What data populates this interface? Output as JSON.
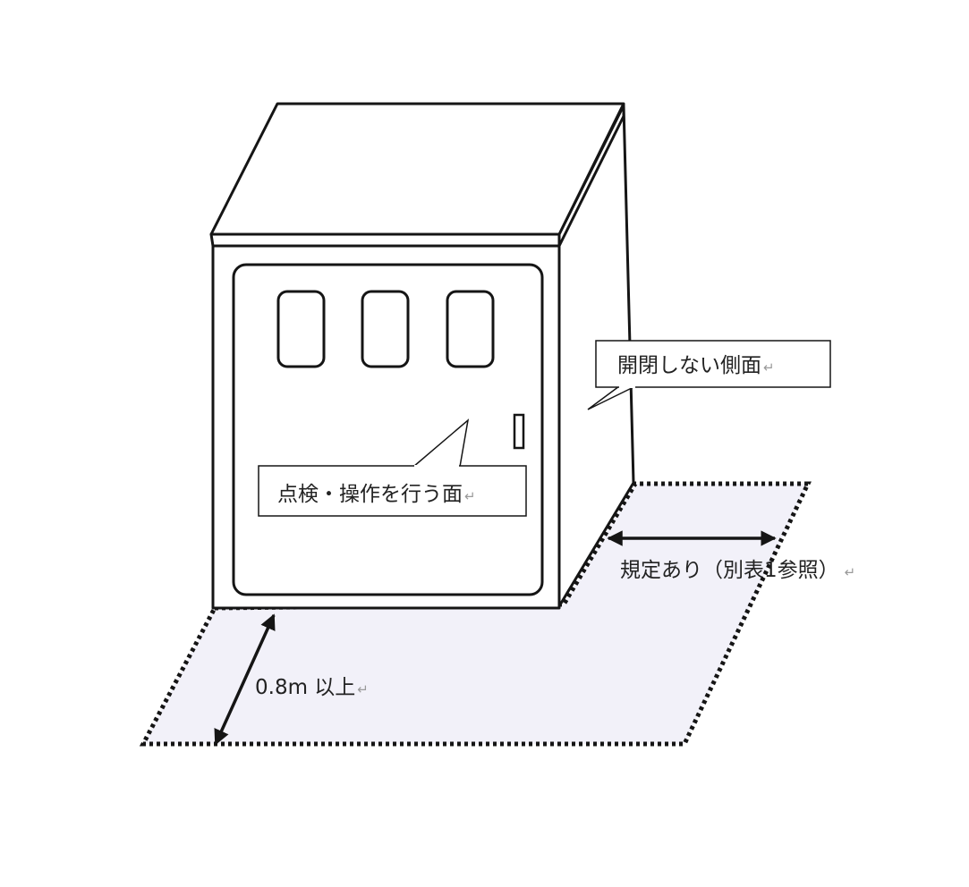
{
  "labels": {
    "side_face": "開閉しない側面",
    "front_face": "点検・操作を行う面",
    "side_clearance": "規定あり（別表1参照）",
    "front_clearance": "0.8m 以上",
    "return_mark": "↵"
  },
  "colors": {
    "line": "#151515",
    "zone_fill": "#f2f1f9",
    "return_mark": "#9a9a9a"
  }
}
